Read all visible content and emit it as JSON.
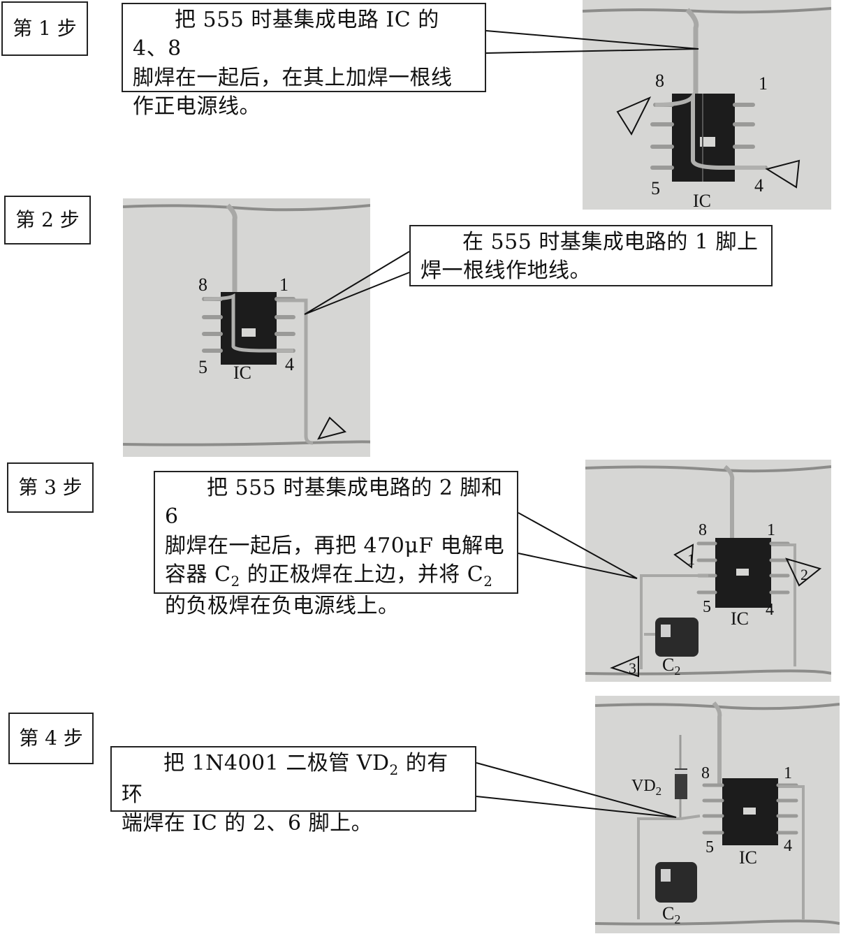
{
  "steps": [
    {
      "label": "第 1 步",
      "text_line1": "把 555 时基集成电路 IC 的 4、8",
      "text_line2": "脚焊在一起后，在其上加焊一根线",
      "text_line3": "作正电源线。",
      "photo": {
        "pin_8": "8",
        "pin_1": "1",
        "pin_5": "5",
        "pin_4": "4",
        "ic": "IC"
      }
    },
    {
      "label": "第 2 步",
      "text_line1": "在 555 时基集成电路的 1 脚上",
      "text_line2": "焊一根线作地线。",
      "photo": {
        "pin_8": "8",
        "pin_1": "1",
        "pin_5": "5",
        "pin_4": "4",
        "ic": "IC"
      }
    },
    {
      "label": "第 3 步",
      "text_line1": "把 555 时基集成电路的 2 脚和 6",
      "text_line2": "脚焊在一起后，再把 470μF 电解电",
      "text_line3a": "容器 C",
      "text_line3b": "2",
      "text_line3c": " 的正极焊在上边，并将 C",
      "text_line3d": "2",
      "text_line4": "的负极焊在负电源线上。",
      "photo": {
        "pin_8": "8",
        "pin_1": "1",
        "pin_5": "5",
        "pin_4": "4",
        "ic": "IC",
        "cap": "C",
        "cap_sub": "2",
        "marker_1": "1",
        "marker_2": "2",
        "marker_3": "3"
      }
    },
    {
      "label": "第 4 步",
      "text_line1a": "把  1N4001 二极管 VD",
      "text_line1b": "2",
      "text_line1c": " 的有环",
      "text_line2": "端焊在 IC 的 2、6 脚上。",
      "photo": {
        "pin_8": "8",
        "pin_1": "1",
        "pin_5": "5",
        "pin_4": "4",
        "ic": "IC",
        "cap": "C",
        "cap_sub": "2",
        "diode": "VD",
        "diode_sub": "2"
      }
    }
  ]
}
